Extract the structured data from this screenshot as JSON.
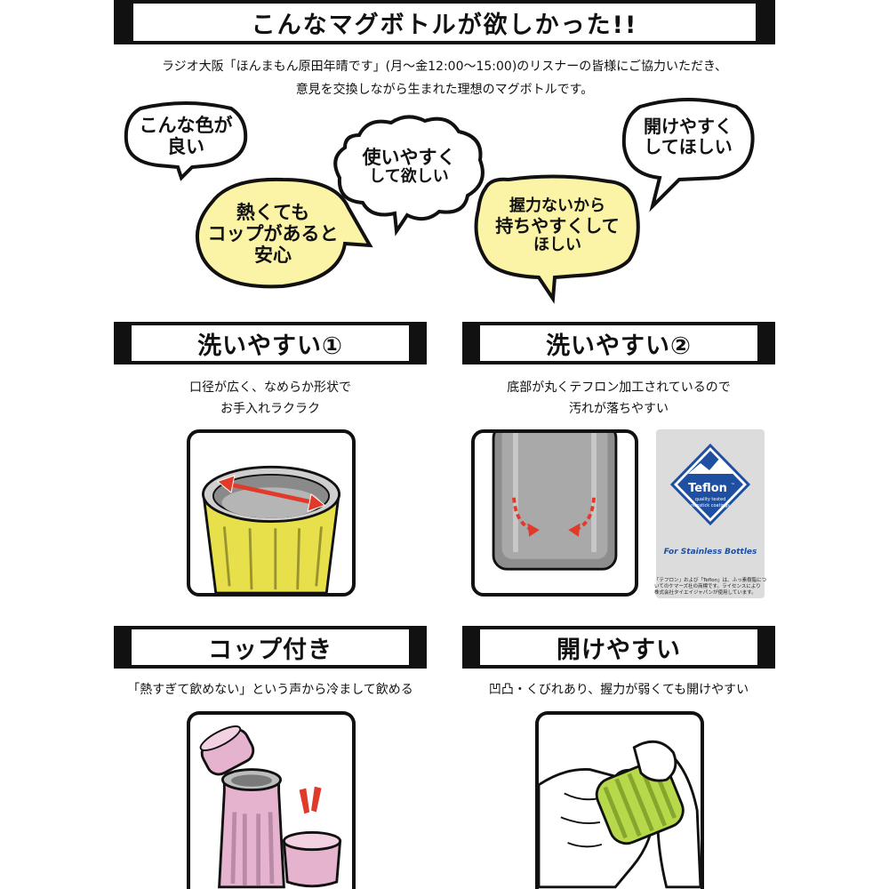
{
  "header": {
    "title": "こんなマグボトルが欲しかった!!",
    "intro_line1": "ラジオ大阪「ほんまもん原田年晴です」(月〜金12:00〜15:00)のリスナーの皆様にご協力いただき、",
    "intro_line2": "意見を交換しながら生まれた理想のマグボトルです。"
  },
  "bubbles": [
    {
      "lines": [
        "こんな色が",
        "良い"
      ],
      "fill": "#ffffff"
    },
    {
      "lines": [
        "使いやすく",
        "して欲しい"
      ],
      "fill": "#ffffff"
    },
    {
      "lines": [
        "開けやすく",
        "してほしい"
      ],
      "fill": "#ffffff"
    },
    {
      "lines": [
        "熱くても",
        "コップがあると",
        "安心"
      ],
      "fill": "#fbf4a6"
    },
    {
      "lines": [
        "握力ないから",
        "持ちやすくして",
        "ほしい"
      ],
      "fill": "#fbf4a6"
    }
  ],
  "sections": [
    {
      "title": "洗いやすい①",
      "desc_line1": "口径が広く、なめらか形状で",
      "desc_line2": "お手入れラクラク"
    },
    {
      "title": "洗いやすい②",
      "desc_line1": "底部が丸くテフロン加工されているので",
      "desc_line2": "汚れが落ちやすい"
    },
    {
      "title": "コップ付き",
      "desc_line1": "「熱すぎて飲めない」という声から冷まして飲める",
      "desc_line2": ""
    },
    {
      "title": "開けやすい",
      "desc_line1": "凹凸・くびれあり、握力が弱くても開けやすい",
      "desc_line2": ""
    }
  ],
  "teflon": {
    "brand": "Teflon",
    "tm": "™",
    "tagline1": "quality tested",
    "tagline2": "nonstick coatings",
    "caption": "For Stainless Bottles",
    "note_line1": "「テフロン」および「Teflon」は、ふっ素樹脂についてのケマーズ社の商標です。ライセンスにより",
    "note_line2": "株式会社タイエイジャパンが使用しています。"
  },
  "colors": {
    "yellow_bubble": "#fbf4a6",
    "bottle_yellow": "#e8e04a",
    "bottle_pink": "#e6b3cf",
    "cap_green": "#b6d84a",
    "teflon_blue": "#1e4fa0",
    "arrow_red": "#e03a2a"
  },
  "icons": [
    "double-arrow-icon",
    "curved-arrow-icon",
    "teflon-logo-icon",
    "alert-mark-icon"
  ]
}
